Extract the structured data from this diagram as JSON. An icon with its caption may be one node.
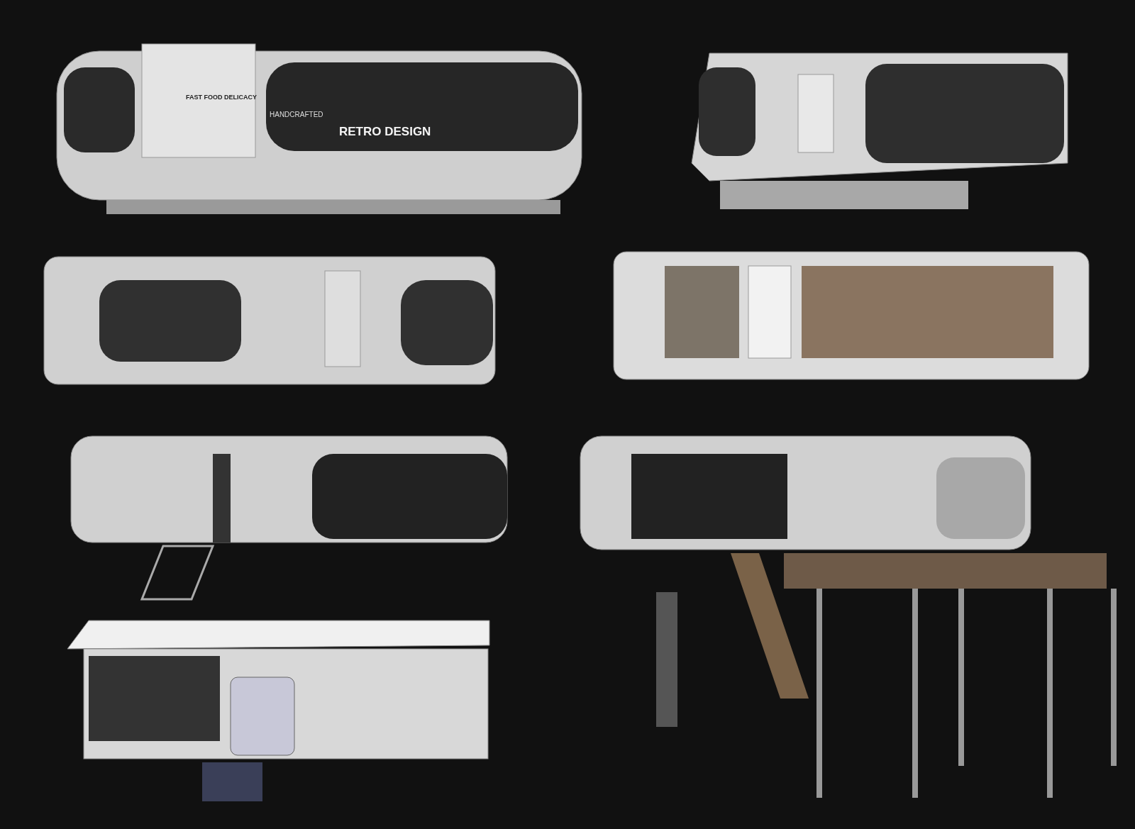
{
  "diagram": {
    "labels": [
      "FAST FOOD DELICACY",
      "HANDCRAFTED",
      "RETRO DESIGN"
    ]
  }
}
